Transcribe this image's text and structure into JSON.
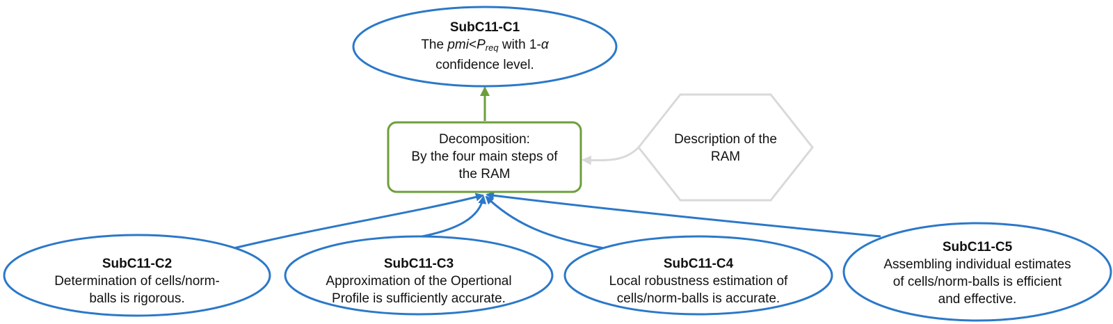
{
  "colors": {
    "claim_border": "#2b78c9",
    "strategy_border": "#6d9e3c",
    "context_border": "#d9d9d9",
    "support_arrow": "#2b78c9",
    "goal_arrow": "#6d9e3c",
    "context_arrow": "#d9d9d9",
    "text": "#111111"
  },
  "nodes": {
    "c1": {
      "id": "SubC11-C1",
      "line1_prefix": "The ",
      "line1_pmi": "pmi",
      "line1_lt": "<",
      "line1_P": "P",
      "line1_req": "req",
      "line1_mid": " with 1-",
      "line1_alpha": "α",
      "line2": "confidence level."
    },
    "strategy": {
      "line1": "Decomposition:",
      "line2": "By the four main steps of",
      "line3": "the RAM"
    },
    "context": {
      "line1": "Description of the",
      "line2": "RAM"
    },
    "c2": {
      "id": "SubC11-C2",
      "line1": "Determination of cells/norm-",
      "line2": "balls is rigorous."
    },
    "c3": {
      "id": "SubC11-C3",
      "line1": "Approximation of the Opertional",
      "line2": "Profile is sufficiently accurate."
    },
    "c4": {
      "id": "SubC11-C4",
      "line1": "Local robustness estimation of",
      "line2": "cells/norm-balls is accurate."
    },
    "c5": {
      "id": "SubC11-C5",
      "line1": "Assembling individual estimates",
      "line2": "of cells/norm-balls is efficient",
      "line3": "and effective."
    }
  }
}
